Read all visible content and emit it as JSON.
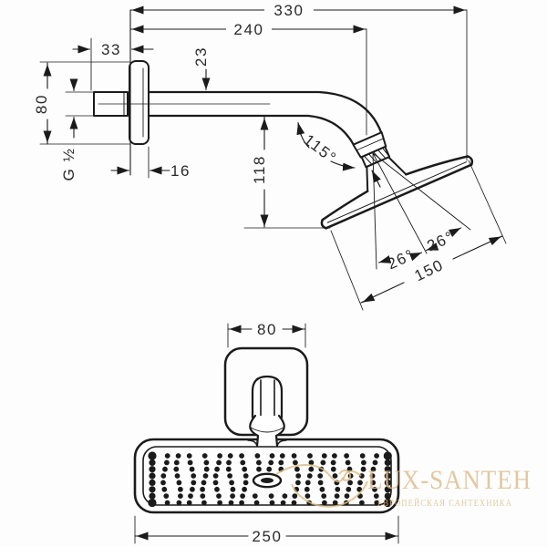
{
  "diagram": {
    "type": "technical-dimension-drawing",
    "subject": "overhead shower head with wall-mounted shower arm, side view and front view"
  },
  "dims": {
    "len_330": "330",
    "len_240": "240",
    "len_33": "33",
    "len_23": "23",
    "len_80_side": "80",
    "thread_g12": "G ½",
    "len_16": "16",
    "len_118": "118",
    "angle_115": "115°",
    "angle_26_a": "26°",
    "angle_26_b": "26°",
    "len_150": "150",
    "len_80_front": "80",
    "len_250": "250"
  },
  "watermark": {
    "title": "LUX-SANTEH",
    "subtitle": "ЕВРОПЕЙСКАЯ САНТЕХНИКА",
    "color_title": "#ddbd8c",
    "color_subtitle": "#e0bf8d",
    "color_ornament": "#dcba82"
  },
  "colors": {
    "ink": "#1b1b1b",
    "dim_ink": "#2a2a2a",
    "background": "#fdfdfd"
  }
}
